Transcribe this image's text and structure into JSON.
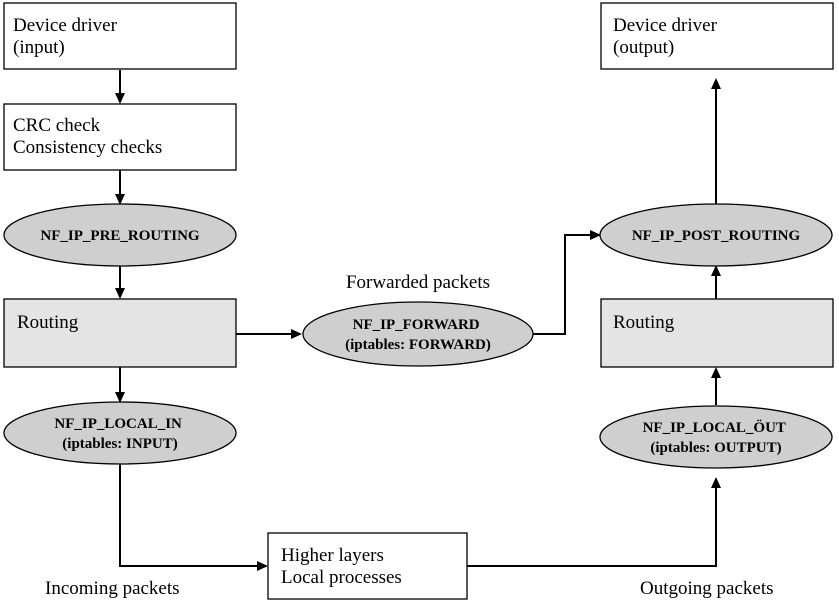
{
  "boxes": {
    "driver_in": {
      "lines": [
        "Device driver",
        "(input)"
      ]
    },
    "crc": {
      "lines": [
        "CRC check",
        "Consistency checks"
      ]
    },
    "routing_in": {
      "lines": [
        "Routing"
      ]
    },
    "higher": {
      "lines": [
        "Higher layers",
        "Local processes"
      ]
    },
    "driver_out": {
      "lines": [
        "Device driver",
        "(output)"
      ]
    },
    "routing_out": {
      "lines": [
        "Routing"
      ]
    }
  },
  "hooks": {
    "pre_routing": {
      "lines": [
        "NF_IP_PRE_ROUTING"
      ]
    },
    "local_in": {
      "lines": [
        "NF_IP_LOCAL_IN",
        "(iptables: INPUT)"
      ]
    },
    "forward": {
      "lines": [
        "NF_IP_FORWARD",
        "(iptables: FORWARD)"
      ]
    },
    "post_routing": {
      "lines": [
        "NF_IP_POST_ROUTING"
      ]
    },
    "local_out": {
      "lines": [
        "NF_IP_LOCAL_ÖUT",
        "(iptables: OUTPUT)"
      ]
    }
  },
  "labels": {
    "forwarded": "Forwarded packets",
    "incoming": "Incoming packets",
    "outgoing": "Outgoing packets"
  },
  "colors": {
    "hook_fill": "#cfcfcf",
    "routing_fill": "#e4e4e4",
    "line": "#000000"
  }
}
